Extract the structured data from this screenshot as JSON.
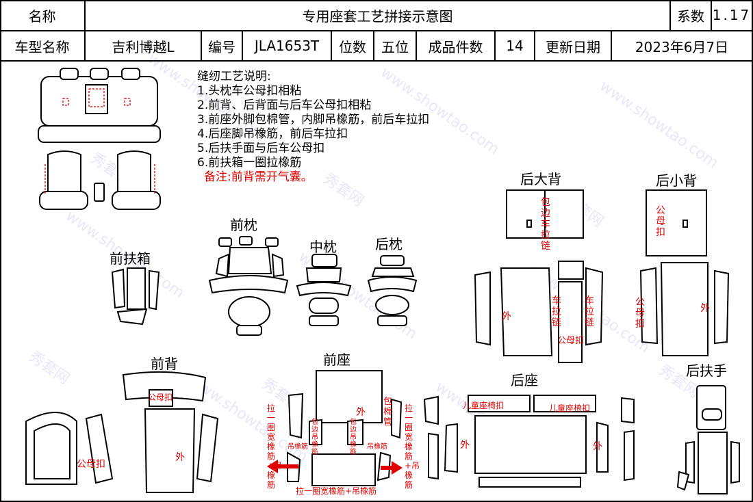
{
  "header": {
    "name_label": "名称",
    "title": "专用座套工艺拼接示意图",
    "coef_label": "系数",
    "coef_value": "1.17",
    "model_label": "车型名称",
    "model_value": "吉利博越L",
    "code_label": "编号",
    "code_value": "JLA1653T",
    "seat_label": "位数",
    "seat_value": "五位",
    "pieces_label": "成品件数",
    "pieces_value": "14",
    "update_label": "更新日期",
    "update_value": "2023年6月7日"
  },
  "notes": {
    "heading": "缝纫工艺说明:",
    "items": [
      "1.头枕车公母扣相粘",
      "2.前背、后背面与后车公母扣相粘",
      "3.前座外脚包棉管，内脚吊橡筋，前后车拉扣",
      "4.后座脚吊橡筋，前后车拉扣",
      "5.后扶手面与后车公母扣",
      "6.前扶箱一圈拉橡筋"
    ],
    "remark": "备注:前背需开气囊。"
  },
  "sections": {
    "front_armbox": "前扶箱",
    "front_headrest": "前枕",
    "middle_headrest": "中枕",
    "rear_headrest": "后枕",
    "rear_big_back": "后大背",
    "rear_small_back": "后小背",
    "front_back": "前背",
    "front_seat": "前座",
    "rear_seat": "后座",
    "rear_armrest": "后扶手"
  },
  "annotations": {
    "wrap_edge_zipper": "包边车拉链",
    "male_female_vertical": "公母扣",
    "outer": "外",
    "zipper": "车拉链",
    "male_female": "公母扣",
    "elastic_loop": "拉一圈宽橡筋+吊橡筋",
    "hang_elastic": "吊橡筋",
    "wrap_elastic": "包边吊橡筋",
    "cotton_tube": "包棉管",
    "child_seat_button": "儿童座椅扣",
    "bottom_elastic": "拉一圈宽橡筋+吊橡筋"
  },
  "watermark": {
    "cn": "秀套网",
    "url": "www.showtao.com"
  },
  "colors": {
    "annotation": "#e00000",
    "watermark": "#7878dc"
  }
}
